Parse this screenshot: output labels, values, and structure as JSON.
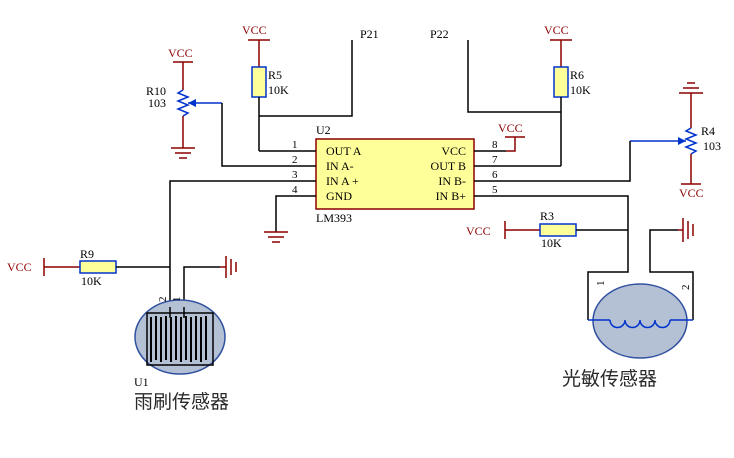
{
  "power": {
    "vcc_label": "VCC"
  },
  "nets": {
    "p21": "P21",
    "p22": "P22"
  },
  "ic": {
    "designator": "U2",
    "part": "LM393",
    "left_pins": [
      {
        "num": "1",
        "name": "OUT A"
      },
      {
        "num": "2",
        "name": "IN A-"
      },
      {
        "num": "3",
        "name": "IN A +"
      },
      {
        "num": "4",
        "name": "GND"
      }
    ],
    "right_pins": [
      {
        "num": "8",
        "name": "VCC"
      },
      {
        "num": "7",
        "name": "OUT B"
      },
      {
        "num": "6",
        "name": "IN B-"
      },
      {
        "num": "5",
        "name": "IN B+"
      }
    ]
  },
  "resistors": {
    "r5": {
      "designator": "R5",
      "value": "10K"
    },
    "r6": {
      "designator": "R6",
      "value": "10K"
    },
    "r9": {
      "designator": "R9",
      "value": "10K"
    },
    "r3": {
      "designator": "R3",
      "value": "10K"
    },
    "r10": {
      "designator": "R10",
      "value": "103"
    },
    "r4": {
      "designator": "R4",
      "value": "103"
    }
  },
  "rain_sensor": {
    "designator": "U1",
    "pin1": "1",
    "pin2": "2",
    "caption": "雨刷传感器"
  },
  "light_sensor": {
    "pin1": "1",
    "pin2": "2",
    "caption": "光敏传感器"
  },
  "colors": {
    "wire": "#000000",
    "power": "#8b0000",
    "symbol": "#0033cc",
    "sensor_fill": "#b4c0d4"
  }
}
